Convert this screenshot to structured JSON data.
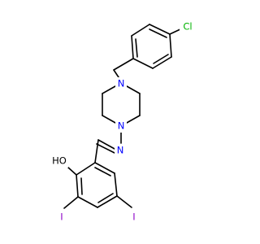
{
  "colors": {
    "bond": "#000000",
    "N": "#0000ff",
    "Cl": "#00b300",
    "I": "#8c00c7",
    "O": "#000000"
  },
  "labels": {
    "cl": "Cl",
    "n_benzyl": "N",
    "n_hydrazone": "N",
    "n_imine": "N",
    "ho": "HO",
    "i_left": "I",
    "i_right": "I"
  }
}
